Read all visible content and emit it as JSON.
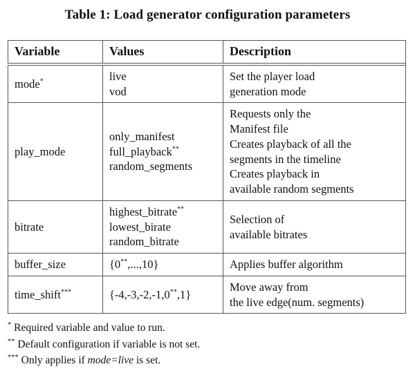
{
  "caption": "Table 1: Load generator configuration parameters",
  "table": {
    "columns": [
      "Variable",
      "Values",
      "Description"
    ],
    "rows": [
      {
        "variable": "mode",
        "variable_mark": "*",
        "values": [
          "live",
          "vod"
        ],
        "description": [
          "Set the player load",
          "generation mode"
        ]
      },
      {
        "variable": "play_mode",
        "variable_mark": "",
        "values": [
          "only_manifest",
          "full_playback**",
          "random_segments"
        ],
        "description": [
          "Requests only the",
          "Manifest file",
          "Creates playback of all the",
          "segments in the timeline",
          "Creates playback in",
          "available random segments"
        ]
      },
      {
        "variable": "bitrate",
        "variable_mark": "",
        "values": [
          "highest_bitrate**",
          "lowest_birate",
          "random_bitrate"
        ],
        "description": [
          "Selection of",
          "available bitrates"
        ]
      },
      {
        "variable": "buffer_size",
        "variable_mark": "",
        "values": [
          "{0**,...,10}"
        ],
        "description": [
          "Applies buffer algorithm"
        ]
      },
      {
        "variable": "time_shift",
        "variable_mark": "***",
        "values": [
          "{-4,-3,-2,-1,0**,1}"
        ],
        "description": [
          "Move away from",
          "the live edge(num. segments)"
        ]
      }
    ]
  },
  "footnotes": [
    {
      "mark": "*",
      "text": "Required variable and value to run."
    },
    {
      "mark": "**",
      "text": "Default configuration if variable is not set."
    },
    {
      "mark": "***",
      "text_before": "Only applies if ",
      "italic": "mode=live",
      "text_after": " is set."
    }
  ],
  "colors": {
    "text": "#111111",
    "rule": "#555555",
    "background": "#ffffff"
  }
}
